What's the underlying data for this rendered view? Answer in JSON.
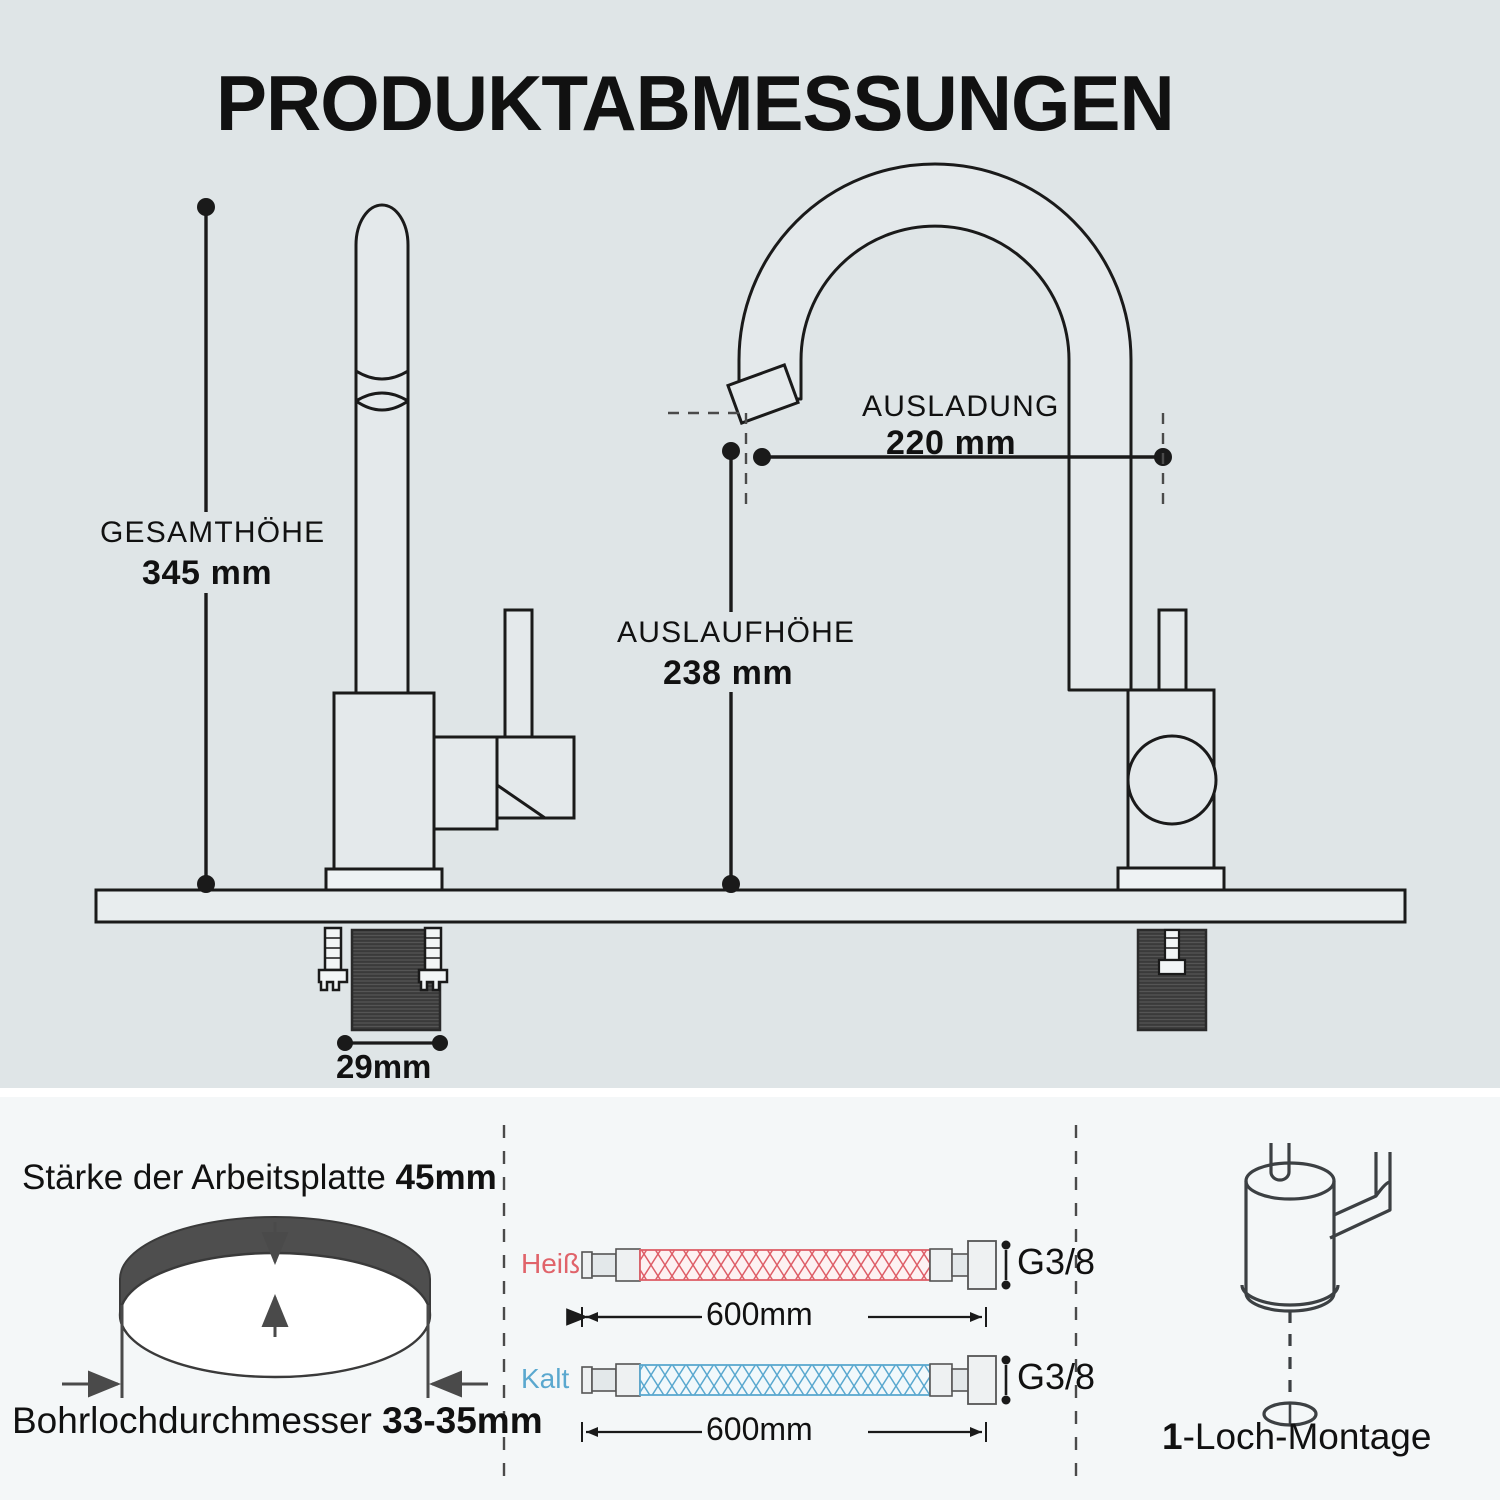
{
  "page": {
    "title": "PRODUKTABMESSUNGEN",
    "background_top": "#dfe5e7",
    "background_bottom": "#f4f7f8",
    "line_color": "#1a1a1a"
  },
  "diagram": {
    "measurements": [
      {
        "id": "gesamthoehe",
        "label": "GESAMTHÖHE",
        "value": "345 mm",
        "orientation": "vertical",
        "description": "Total height of the faucet from counter surface to top of the spray head"
      },
      {
        "id": "auslaufhoehe",
        "label": "AUSLAUFHÖHE",
        "value": "238 mm",
        "orientation": "vertical",
        "description": "Spout outlet height above the counter surface"
      },
      {
        "id": "ausladung",
        "label": "AUSLADUNG",
        "value": "220 mm",
        "orientation": "horizontal",
        "description": "Spout reach / projection from faucet centre to outlet"
      },
      {
        "id": "schaft",
        "label": "",
        "value": "29mm",
        "orientation": "horizontal",
        "description": "Diameter of the threaded mounting shank"
      }
    ]
  },
  "panels": {
    "worktop": {
      "heading_prefix": "Stärke der Arbeitsplatte",
      "heading_value": "45mm",
      "footer_prefix": "Bohrlochdurchmesser",
      "footer_value": "33-35mm"
    },
    "hoses": {
      "items": [
        {
          "id": "hot",
          "label": "Heiß",
          "color": "#e0636a",
          "length": "600mm",
          "thread": "G3/8"
        },
        {
          "id": "cold",
          "label": "Kalt",
          "color": "#5aa8cf",
          "length": "600mm",
          "thread": "G3/8"
        }
      ]
    },
    "mounting": {
      "label_bold": "1",
      "label_rest": "-Loch-Montage"
    }
  }
}
